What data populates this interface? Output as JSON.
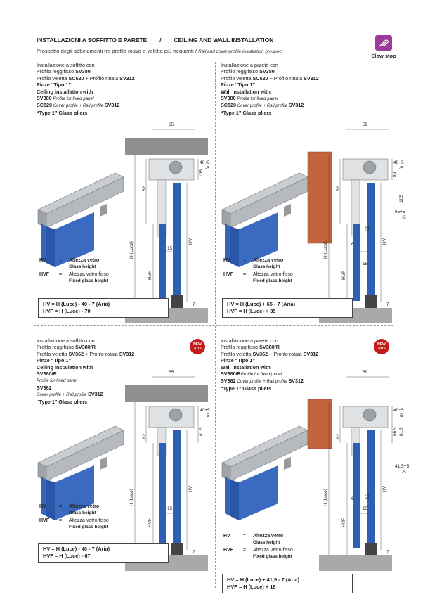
{
  "header": {
    "title_it": "INSTALLAZIONI A SOFFITTO E PARETE",
    "sep": "/",
    "title_en": "CEILING AND WALL INSTALLATION"
  },
  "subtitle": {
    "it": "Prospetto degli abbinamenti tra profilo rotaia e velette più frequenti /",
    "en": "Rail and cover profile installation prospect"
  },
  "badge": {
    "label": "Slow stop",
    "icon": "slow-stop-icon",
    "color": "#9b3b9a"
  },
  "new_badge": {
    "line1": "NEW",
    "line2": "2016",
    "color": "#c41a1a"
  },
  "legend": {
    "hv_key": "HV",
    "hv_eq": "=",
    "hv_it": "Altezza vetro",
    "hv_en": "Glass height",
    "hvf_key": "HVF",
    "hvf_eq": "=",
    "hvf_it": "Altezza vetro fisso",
    "hvf_en": "Fixed glass height"
  },
  "blocks": [
    {
      "l1": "Installazione a soffitto con",
      "l2a": "Profilo reggifisso ",
      "l2b": "SV380",
      "l3a": "Profilo veletta ",
      "l3b": "SC520",
      "l3c": " + Profilo rotaia ",
      "l3d": "SV312",
      "l4": "Pinze “Tipo 1”",
      "l5": "Ceiling installation with",
      "l6a": "SV380",
      "l6b": " Profile for fixed panel",
      "l7a": "SC520",
      "l7b": " Cover profile + Rail profile ",
      "l7c": "SV312",
      "l8": "“Type 1” Glass pliers",
      "f1": "HV   = H (Luce) - 40 - 7 (Aria)",
      "f2": "HVF = H (Luce) - 70",
      "dims": {
        "w": "65",
        "a": "62",
        "b": "105",
        "c": "40+5",
        "c2": "-5",
        "d": "15",
        "e": "7",
        "h": "H (Luce)",
        "hvf": "HVF",
        "hv": "HV"
      }
    },
    {
      "l1": "Installazione a parete con",
      "l2a": "Profilo reggifisso ",
      "l2b": "SV380",
      "l3a": "Profilo veletta ",
      "l3b": "SC520",
      "l3c": " + Profilo rotaia ",
      "l3d": "SV312",
      "l4": "Pinze “Tipo 1”",
      "l5": "Wall installation with",
      "l6a": "SV380",
      "l6b": " Profile for fixed panel",
      "l7a": "SC520",
      "l7b": " Cover profile + Rail profile ",
      "l7c": "SV312",
      "l8": "“Type 1” Glass pliers",
      "f1": "HV   = H (Luce) + 65 - 7 (Aria)",
      "f2": "HVF = H (Luce) + 35",
      "dims": {
        "w": "59",
        "a": "62",
        "b": "89",
        "c": "40+5",
        "c2": "-5",
        "d": "105",
        "e": "65+5",
        "e2": "-5",
        "f": "35",
        "g": "6",
        "h2": "15",
        "i": "7",
        "h": "H (Luce)",
        "hvf": "HVF",
        "hv": "HV"
      }
    },
    {
      "l1": "Installazione a soffitto con",
      "l2a": "Profilo reggifisso ",
      "l2b": "SV380/R",
      "l3a": "Profilo veletta ",
      "l3b": "SV362",
      "l3c": " + Profilo rotaia ",
      "l3d": "SV312",
      "l4": "Pinze “Tipo 1”",
      "l5": "Ceiling installation with",
      "l6a": "SV380/R",
      "l6b": "",
      "l6c": "Profile for fixed panel",
      "l7a": "SV362",
      "l7b": "",
      "l7d": "Cover profile + Rail profile ",
      "l7c": "SV312",
      "l8": "“Type 1” Glass pliers",
      "f1": "HV   = H (Luce) - 40 - 7 (Aria)",
      "f2": "HVF = H (Luce) - 67",
      "dims": {
        "w": "65",
        "a": "62",
        "b": "81,5",
        "c": "40+5",
        "c2": "-5",
        "d": "15",
        "e": "7",
        "h": "H (Luce)",
        "hvf": "HVF",
        "hv": "HV"
      }
    },
    {
      "l1": "Installazione a parete con",
      "l2a": "Profilo reggifisso ",
      "l2b": "SV380/R",
      "l3a": "Profilo veletta ",
      "l3b": "SV362",
      "l3c": " + Profilo rotaia ",
      "l3d": "SV312",
      "l4": "Pinze “Tipo 1”",
      "l5": "Wall installation with",
      "l6a": "SV380/R",
      "l6b": "Profile for fixed panel",
      "l7a": "SV362",
      "l7b": " Cover profile + Rail profile ",
      "l7c": "SV312",
      "l8": "“Type 1” Glass pliers",
      "f1": "HV   = H (Luce) + 41,5 - 7 (Aria)",
      "f2": "HVF = H (Luce) + 16",
      "dims": {
        "w": "59",
        "a": "62",
        "b": "66,5",
        "c": "40+5",
        "c2": "-5",
        "d": "81,5",
        "e": "41,5+5",
        "e2": "-5",
        "f": "16",
        "g": "6",
        "h2": "15",
        "i": "7",
        "h": "H (Luce)",
        "hvf": "HVF",
        "hv": "HV"
      }
    }
  ]
}
